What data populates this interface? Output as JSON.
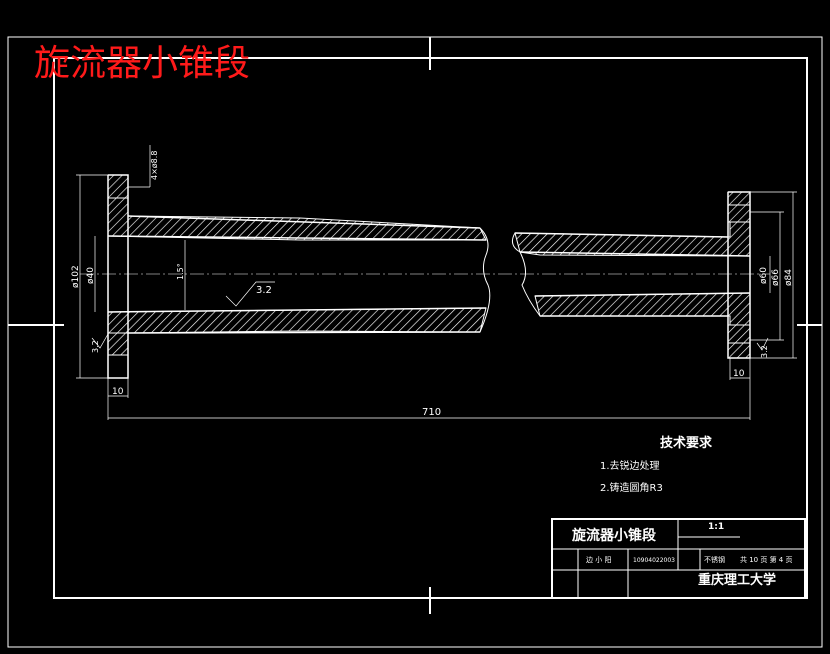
{
  "overlay_title": "旋流器小锥段",
  "dimensions": {
    "d102": "ø102",
    "d40": "ø40",
    "angle": "1.5°",
    "roughness_inner": "3.2",
    "roughness_left": "3.2",
    "holes": "4×ø8.8",
    "flange_left_thk": "10",
    "length": "710",
    "d60": "ø60",
    "d66": "ø66",
    "d84": "ø84",
    "roughness_right": "3.2",
    "flange_right_thk": "10"
  },
  "tech": {
    "heading": "技术要求",
    "item1": "1.去锐边处理",
    "item2": "2.铸造圆角R3"
  },
  "title_block": {
    "name": "旋流器小锥段",
    "scale": "1:1",
    "designer_label": "边 小 阳",
    "student_no": "10904022003",
    "material": "不锈钢",
    "sheets": "共 10 页  第 4 页",
    "school": "重庆理工大学"
  }
}
